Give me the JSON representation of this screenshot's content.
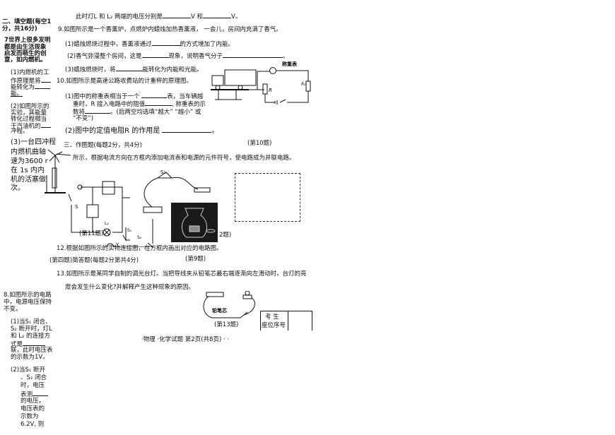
{
  "header_line": {
    "text": "此时灯L 和 L₂ 两端的电压分别是",
    "mid": "V 和",
    "end": "V。"
  },
  "section2": {
    "title1": "二、填空题(每空1",
    "title2": "分，共16分)"
  },
  "q7": {
    "lines": [
      "7世界上很多发明",
      "都是由生活现象",
      "启发而萌生的创",
      "意，如内燃机。"
    ],
    "p1": [
      "(1)内燃机的工",
      "作原理是将",
      "能转化为",
      "能。"
    ],
    "p2": [
      "(2)如图所示的",
      "实验，其能量",
      "转化过程相当",
      "于汽油机的",
      "冲程。"
    ],
    "p3": [
      "(3)一台四冲程",
      "内燃机曲轴",
      "速为3600 r",
      "在 1s 内内",
      "机的活塞做",
      "次。"
    ]
  },
  "q9": {
    "stem": "9.如图所示是一个香薰炉，点燃炉内蜡烛加热香薰液， 一会儿，房间内充满了香气。",
    "p1a": "(1)蜡烛燃烧过程中，香薰液通过",
    "p1b": "的方式增加了内能。",
    "p2a": "(2)香气弥漫整个房间，这是",
    "p2b": "现象，说明香气分子",
    "p3a": "(3)蜡烛燃烧时，将",
    "p3b": "能转化为内能和光能。",
    "caption": "(第9题)"
  },
  "q10": {
    "stem": "10.如图所示是高速公路收费站的计重秤的原理图。",
    "p1": [
      "(1)图中的称重表相当于一个",
      "表，当车辆越",
      "重时，R 接入电路中的阻值",
      ", 称重表的示",
      "数将",
      "。(后两空均选填“越大” “越小” 或",
      "“不变”)"
    ],
    "p2a": "(2)图中的定值电阻R  的作用是",
    "caption": "(第10题)",
    "meter_label": "称重表",
    "r_label": "R",
    "r0_label": "R₀"
  },
  "section3": {
    "title": "三、作图题(每题2分，共4分)",
    "q11": "所示，根据电流方向在方框内添加电流表和电源的元件符号，使电路成为并联电路。",
    "caption11": "(第11题)",
    "caption12": "2题)",
    "labels": {
      "s": "S",
      "l2": "L₂",
      "s1": "S₁",
      "s2": "S₂",
      "v": "V"
    }
  },
  "q12": {
    "stem": "12.根据如图所示的实物连接图，在方框内画出对应的电路图。"
  },
  "section4": {
    "prefix": "(第四题)",
    "title": "简答题(每题2分第共4分)"
  },
  "q13": {
    "stem": "13.如图所示是某同学自制的调光台灯。当把导线夹从铅笔芯最右端逐渐向左滑动时，台灯的亮",
    "line2": "度会发生什么变化?并解释产生这种现象的原因。",
    "pencil": "铅笔芯",
    "caption": "(第13题)"
  },
  "q8": {
    "stem": [
      "8.如图所示的电路",
      "中，电源电压保持",
      "不变。"
    ],
    "p1": [
      "(1)当S₁ 闭合、",
      "S₂ 断开时，灯L",
      "和 L₂ 的连接方",
      "式是",
      "联，此时电压表",
      "的示数为1V。"
    ],
    "p2": [
      "(2)当S₁ 断开",
      "、S₂ 闭合",
      "时，电压",
      "表测",
      "的电压，",
      "电压表的",
      "示数为",
      "6.2V, 则"
    ]
  },
  "seat_table": {
    "label1": "考  生",
    "label2": "座位序号"
  },
  "footer": "·物理  ·化学试题  第2页(共8页)  ·  ·"
}
